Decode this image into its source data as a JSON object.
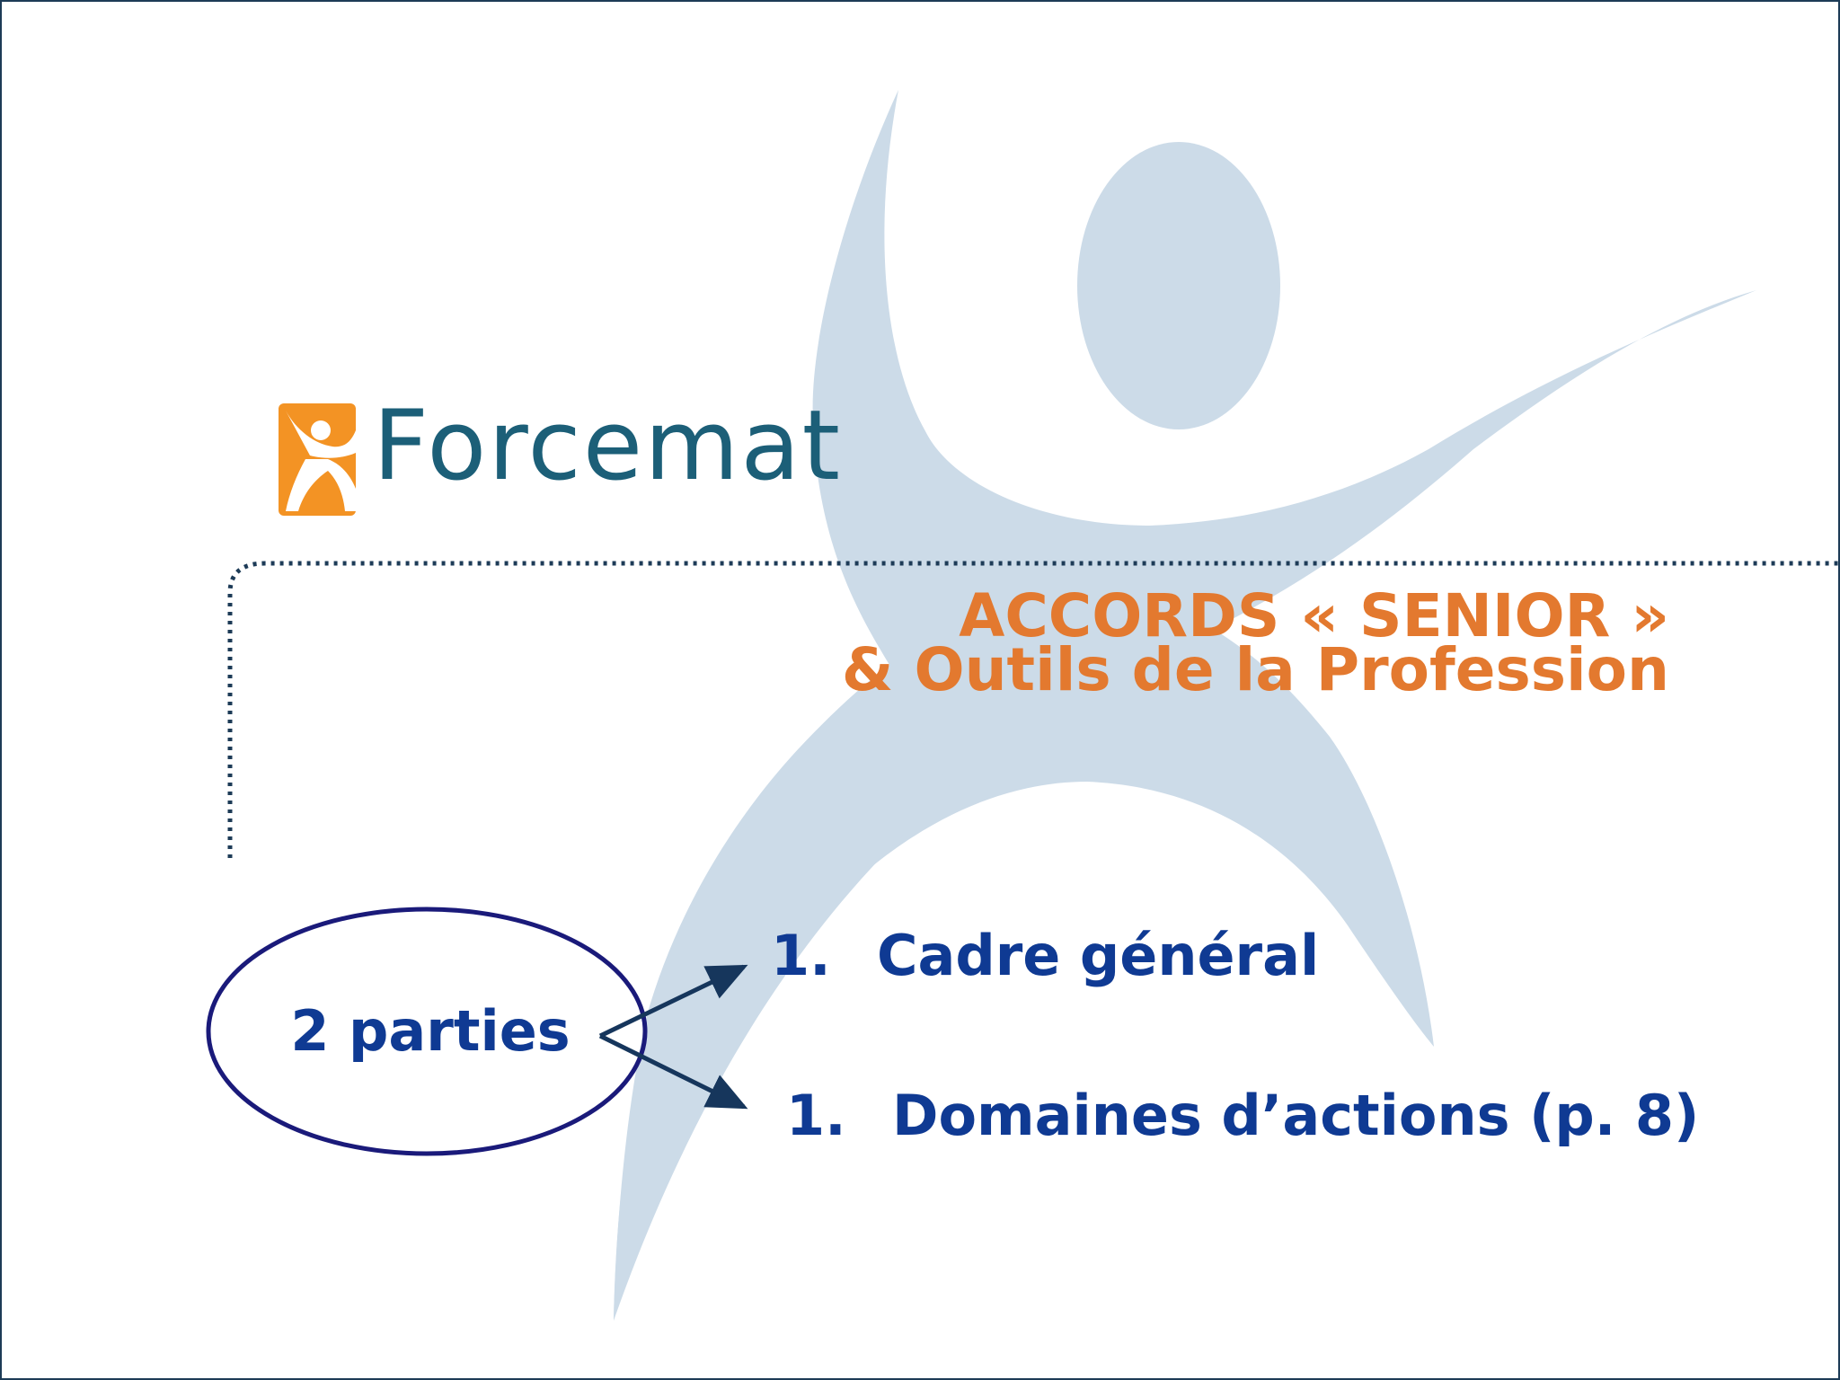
{
  "logo": {
    "wordmark": "Forcemat",
    "icon": "forcemat-figure-logo-icon",
    "colors": {
      "mark": "#f39324",
      "text": "#1c5f78"
    }
  },
  "watermark": {
    "icon": "raised-arms-figure-watermark",
    "color": "#ccdbe8"
  },
  "title": {
    "line1": "ACCORDS « SENIOR »",
    "line2": "& Outils de la Profession",
    "color": "#e3792f"
  },
  "bubble": {
    "label": "2 parties",
    "color": "#0f3a93"
  },
  "parts": [
    {
      "number": "1.",
      "label": "Cadre général"
    },
    {
      "number": "1.",
      "label": "Domaines d’actions (p. 8)"
    }
  ],
  "colors": {
    "text_blue": "#0f3a93",
    "ellipse_stroke": "#1a1a7a",
    "arrow": "#16365c",
    "dotted_line": "#1d3b57",
    "border": "#1d3b57"
  }
}
